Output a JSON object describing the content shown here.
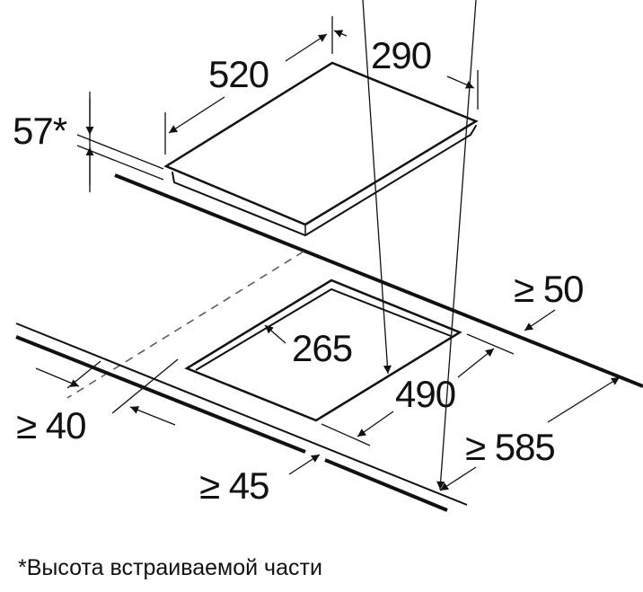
{
  "dimensions": {
    "hob_depth": "520",
    "hob_width": "290",
    "hob_height": "57*",
    "rear_clearance": "≥ 50",
    "cutout_width": "265",
    "cutout_depth": "490",
    "side_clearance": "≥ 40",
    "worktop_depth": "≥ 585",
    "front_clearance": "≥ 45"
  },
  "footnote": "*Высота встраиваемой части",
  "colors": {
    "line": "#111111",
    "background": "#ffffff"
  }
}
